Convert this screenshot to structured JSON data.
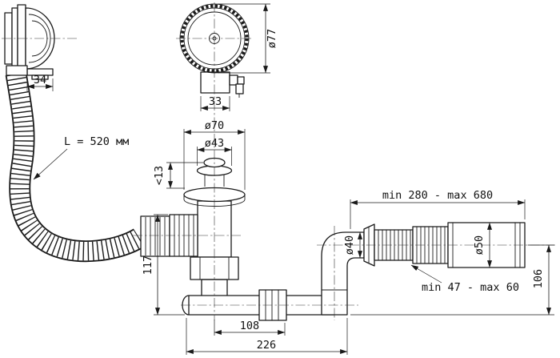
{
  "drawing": {
    "labels": {
      "overflow_depth": "34",
      "overflow_face_diameter": "ø77",
      "overflow_body_width": "33",
      "hose_length": "L = 520 мм",
      "drain_flange_diameter": "ø70",
      "drain_cap_diameter": "ø43",
      "cap_gap": "<13",
      "drain_height": "117",
      "outlet_length_range": "min 280 - max 680",
      "elbow_diameter": "ø40",
      "outlet_pipe_diameter": "ø50",
      "outlet_drop": "106",
      "corrugation_adjust_range": "min 47 - max 60",
      "span_drain_to_union": "108",
      "span_total": "226"
    },
    "colors": {
      "ink": "#1a1a1a",
      "background": "#ffffff"
    }
  }
}
